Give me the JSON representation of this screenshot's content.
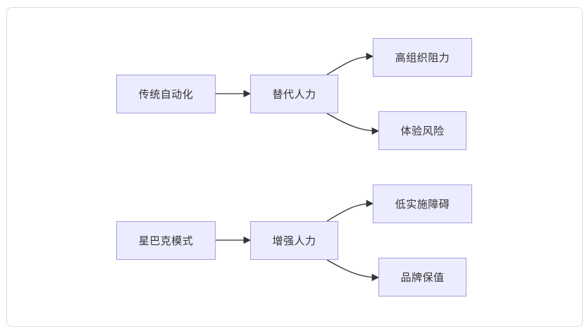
{
  "diagram": {
    "nodes": {
      "traditional": "传统自动化",
      "replace": "替代人力",
      "high_resistance": "高组织阻力",
      "experience_risk": "体验风险",
      "starbucks": "星巴克模式",
      "augment": "增强人力",
      "low_barrier": "低实施障碍",
      "brand_value": "品牌保值"
    },
    "edges": [
      {
        "from": "traditional",
        "to": "replace"
      },
      {
        "from": "replace",
        "to": "high_resistance"
      },
      {
        "from": "replace",
        "to": "experience_risk"
      },
      {
        "from": "starbucks",
        "to": "augment"
      },
      {
        "from": "augment",
        "to": "low_barrier"
      },
      {
        "from": "augment",
        "to": "brand_value"
      }
    ],
    "colors": {
      "node_fill": "#ececff",
      "node_border": "#a99ce0",
      "edge": "#333333"
    }
  }
}
